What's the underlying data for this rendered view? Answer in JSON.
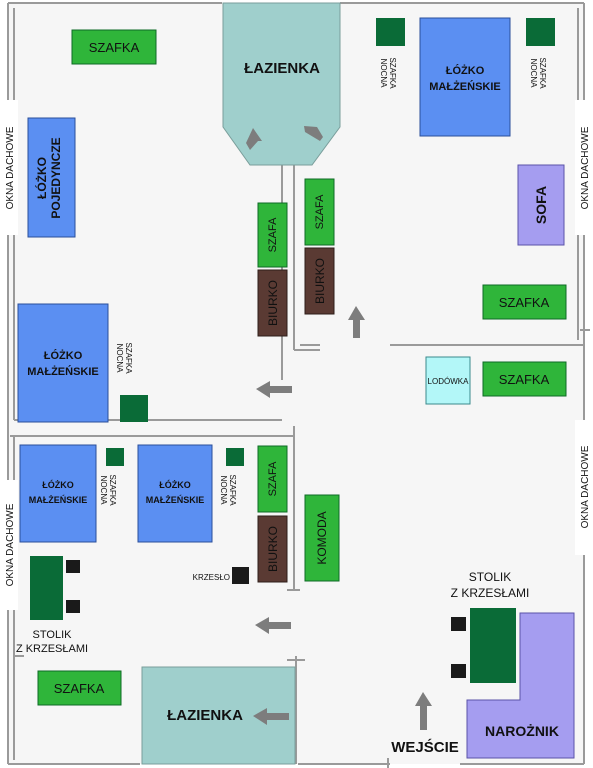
{
  "colors": {
    "floor": "#f6f6f6",
    "wall": "#9a9a9a",
    "bathroom": "#9fcfcc",
    "bed": "#5b8ff2",
    "cabinet_light": "#2fb53a",
    "cabinet_dark": "#0a6b37",
    "desk": "#5a3a33",
    "sofa": "#a59df0",
    "fridge": "#b3f7f8",
    "chair": "#1a1a1a",
    "arrow": "#7d7d7d"
  },
  "labels": {
    "bathroom_top": "ŁAZIENKA",
    "bathroom_bottom": "ŁAZIENKA",
    "bed_double_top": "ŁÓŻKO MAŁŻEŃSKIE",
    "bed_single": "ŁÓŻKO POJEDYNCZE",
    "bed_double_left": "ŁÓŻKO MAŁŻEŃSKIE",
    "bed_double_lower1": "ŁÓŻKO MAŁŻEŃSKIE",
    "bed_double_lower2": "ŁÓŻKO MAŁŻEŃSKIE",
    "sofa": "SOFA",
    "fridge": "LODÓWKA",
    "dresser": "KOMODA",
    "corner_sofa": "NAROŻNIK",
    "entrance": "WEJŚCIE",
    "chair": "KRZESŁO",
    "cabinet": "SZAFKA",
    "wardrobe": "SZAFA",
    "desk": "BIURKO",
    "nightstand": "SZAFKA NOCNA",
    "table_chairs": "STOLIK Z KRZESŁAMI",
    "roof_windows": "OKNA DACHOWE"
  }
}
